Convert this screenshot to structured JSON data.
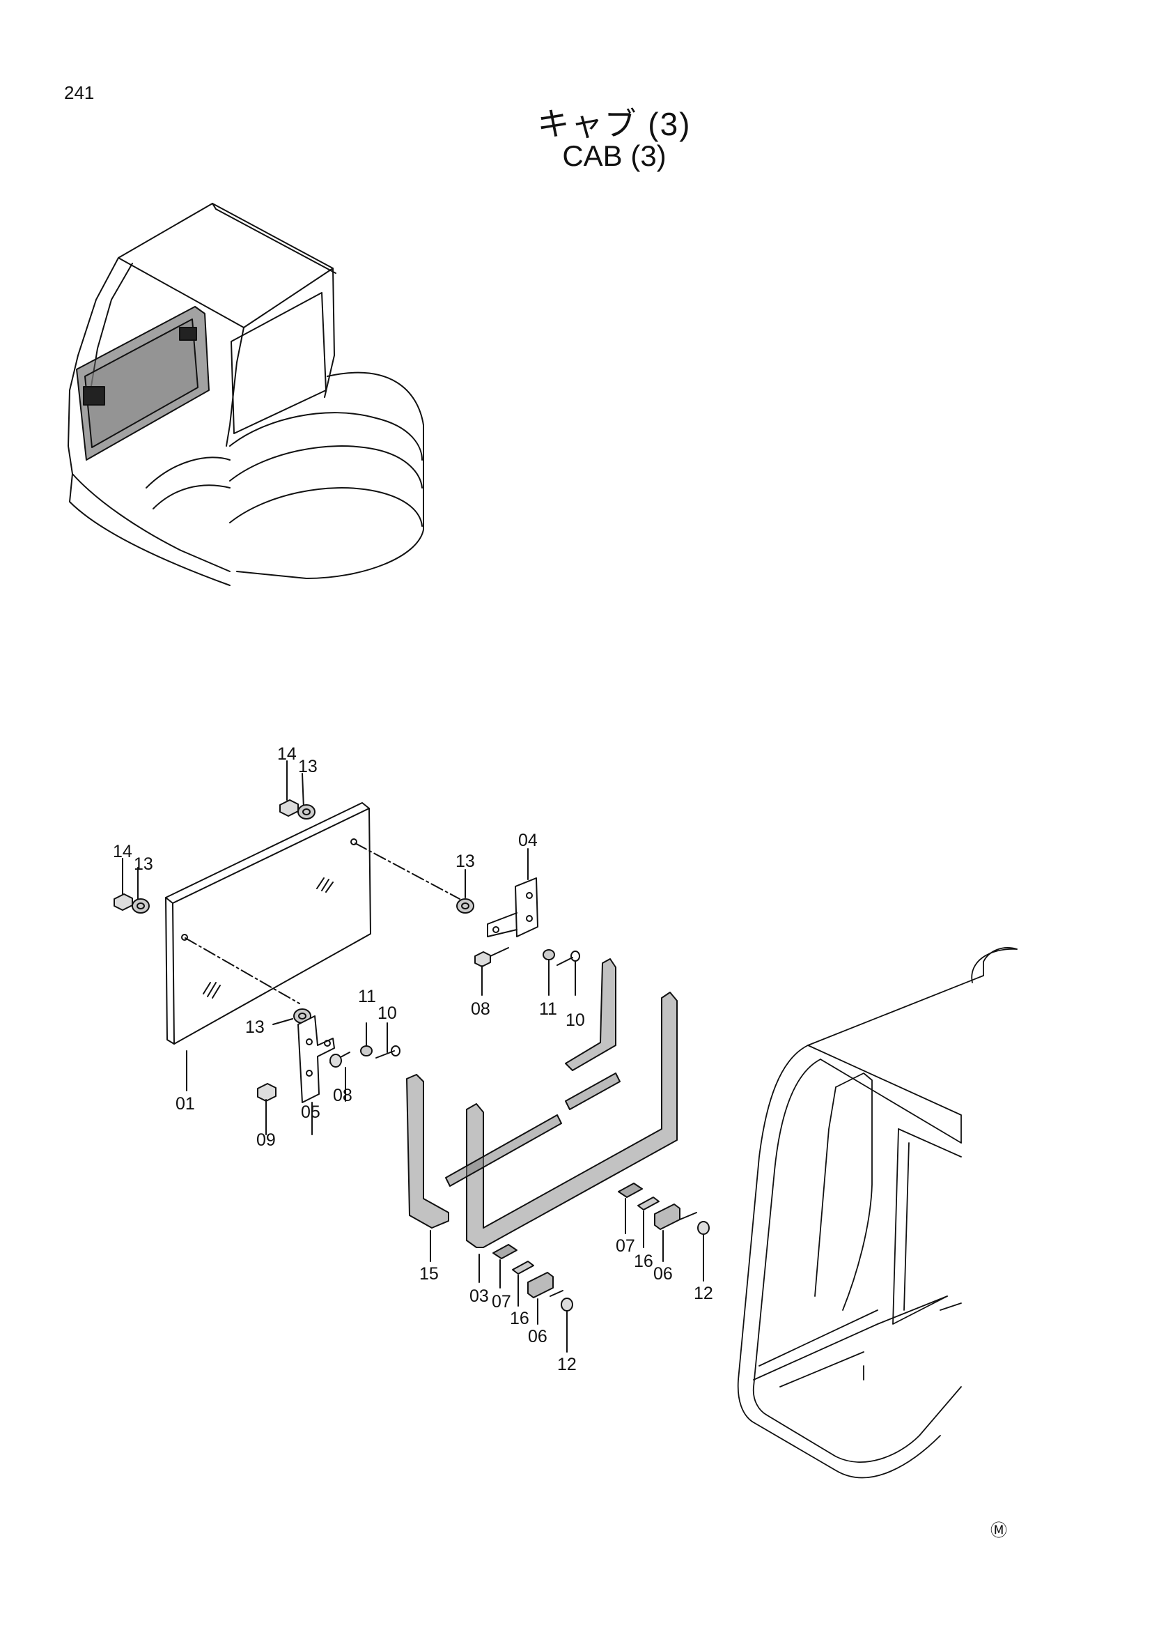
{
  "page": {
    "number": "241"
  },
  "title": {
    "japanese": "キャブ (3)",
    "english": "CAB (3)"
  },
  "callouts": {
    "c14a": "14",
    "c13a": "13",
    "c14b": "14",
    "c13b": "13",
    "c13c": "13",
    "c04": "04",
    "c08a": "08",
    "c11a": "11",
    "c10a": "10",
    "c13d": "13",
    "c11b": "11",
    "c10b": "10",
    "c01": "01",
    "c05": "05",
    "c08b": "08",
    "c09": "09",
    "c15": "15",
    "c03": "03",
    "c07a": "07",
    "c16a": "16",
    "c06a": "06",
    "c12a": "12",
    "c07b": "07",
    "c16b": "16",
    "c06b": "06",
    "c12b": "12"
  },
  "footer": {
    "mark": "Ⓜ"
  },
  "icons": {
    "overview": "cab-overview-icon",
    "door": "door-frame-icon"
  }
}
